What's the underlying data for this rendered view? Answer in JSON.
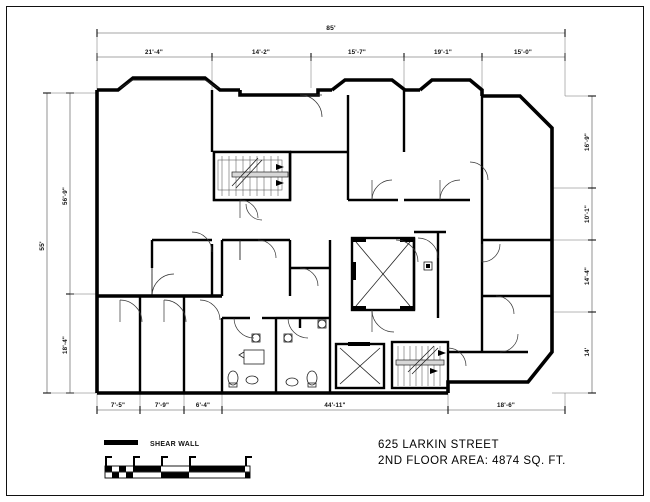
{
  "sheet": {
    "title_line_1": "625 LARKIN STREET",
    "title_line_2": "2ND FLOOR AREA:  4874 SQ. FT.",
    "legend_label": "SHEAR WALL"
  },
  "dimensions": {
    "top_overall": "85'",
    "top_segments": [
      "21'-4\"",
      "14'-2\"",
      "15'-7\"",
      "19'-1\"",
      "15'-0\""
    ],
    "left_overall": "55'",
    "left_segments": [
      "56'-9\"",
      "18'-4\""
    ],
    "right_segments": [
      "16'-9\"",
      "10'-1\"",
      "14'-4\"",
      "14'"
    ],
    "bottom_segments": [
      "7'-5\"",
      "7'-9\"",
      "6'-4\"",
      "44'-11\"",
      "18'-6\""
    ]
  },
  "scale_bar": {
    "name": "graphic-scale-bar",
    "segments": 5
  },
  "plan": {
    "name": "second-floor-plan",
    "spaces": [
      {
        "name": "large-west-office"
      },
      {
        "name": "north-stairwell"
      },
      {
        "name": "central-elevator-shaft"
      },
      {
        "name": "south-elevator-shaft"
      },
      {
        "name": "south-stairwell"
      },
      {
        "name": "mens-restroom"
      },
      {
        "name": "womens-restroom"
      },
      {
        "name": "north-office-a"
      },
      {
        "name": "north-office-b"
      },
      {
        "name": "northeast-office"
      },
      {
        "name": "east-office"
      },
      {
        "name": "southeast-office"
      },
      {
        "name": "southwest-office-a"
      },
      {
        "name": "southwest-office-b"
      },
      {
        "name": "corridor"
      }
    ]
  },
  "colors": {
    "ink": "#000000",
    "dimension": "#4a4a4a",
    "paper": "#ffffff"
  }
}
